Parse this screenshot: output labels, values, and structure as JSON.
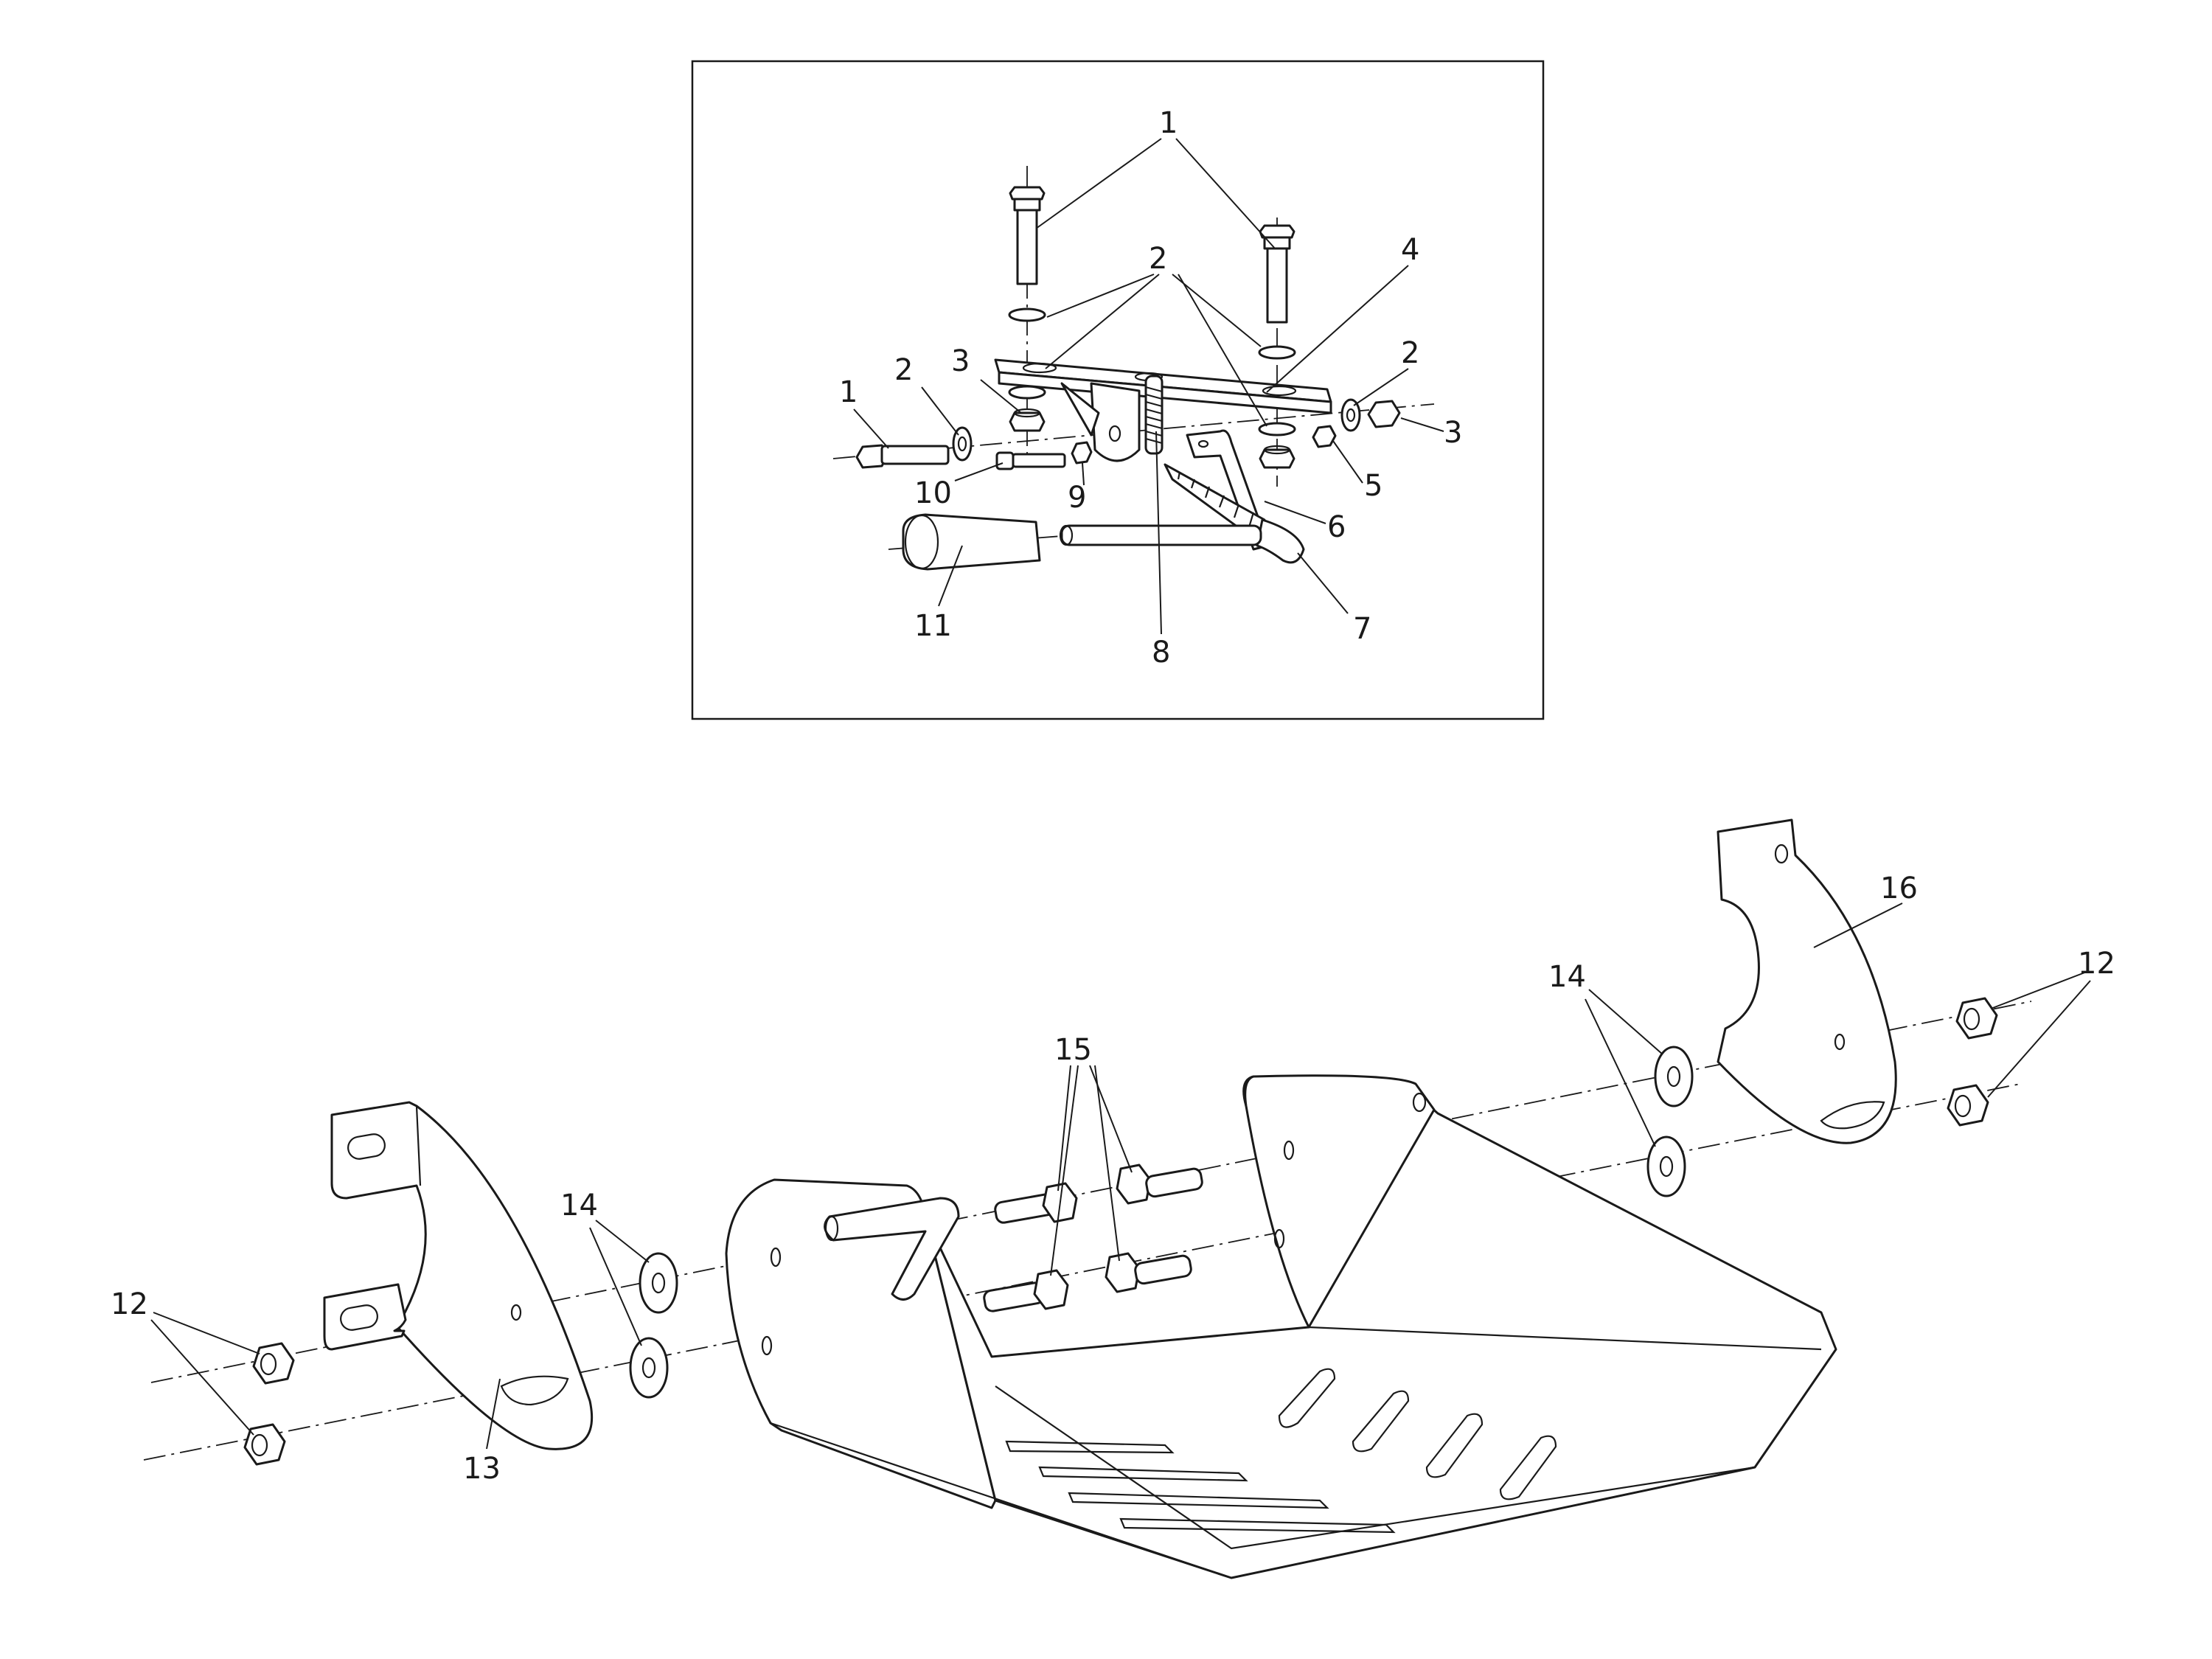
{
  "diagram": {
    "callouts": [
      {
        "id": "c1-top",
        "label": "1"
      },
      {
        "id": "c2-top",
        "label": "2"
      },
      {
        "id": "c4",
        "label": "4"
      },
      {
        "id": "c1-left",
        "label": "1"
      },
      {
        "id": "c2-left",
        "label": "2"
      },
      {
        "id": "c3-left",
        "label": "3"
      },
      {
        "id": "c2-right",
        "label": "2"
      },
      {
        "id": "c3-right",
        "label": "3"
      },
      {
        "id": "c5",
        "label": "5"
      },
      {
        "id": "c6",
        "label": "6"
      },
      {
        "id": "c7",
        "label": "7"
      },
      {
        "id": "c8",
        "label": "8"
      },
      {
        "id": "c9",
        "label": "9"
      },
      {
        "id": "c10",
        "label": "10"
      },
      {
        "id": "c11",
        "label": "11"
      },
      {
        "id": "c12-left",
        "label": "12"
      },
      {
        "id": "c12-right",
        "label": "12"
      },
      {
        "id": "c13",
        "label": "13"
      },
      {
        "id": "c14-left",
        "label": "14"
      },
      {
        "id": "c14-right",
        "label": "14"
      },
      {
        "id": "c15",
        "label": "15"
      },
      {
        "id": "c16",
        "label": "16"
      }
    ]
  }
}
